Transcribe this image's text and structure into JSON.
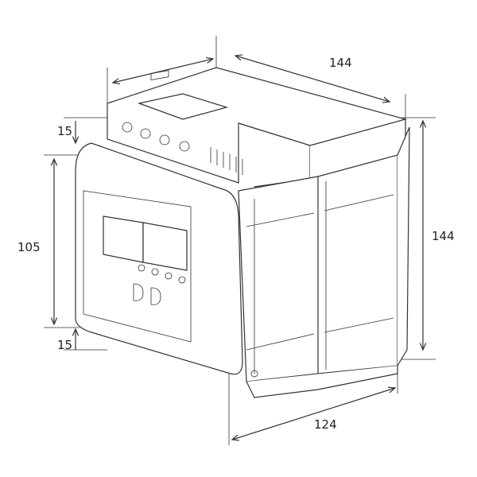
{
  "dimensions": {
    "top_depth": "144",
    "right_height": "144",
    "front_height": "105",
    "top_offset": "15",
    "bottom_offset": "15",
    "bottom_width": "124"
  },
  "colors": {
    "line": "#333333",
    "background": "#ffffff"
  }
}
